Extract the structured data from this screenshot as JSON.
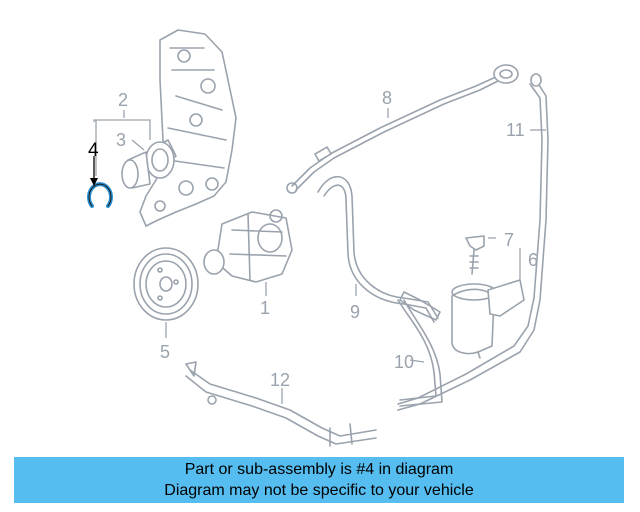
{
  "callouts": {
    "c1": "1",
    "c2": "2",
    "c3": "3",
    "c4": "4",
    "c5": "5",
    "c6": "6",
    "c7": "7",
    "c8": "8",
    "c9": "9",
    "c10": "10",
    "c11": "11",
    "c12": "12"
  },
  "highlight_part": "4",
  "highlight_color": "#2b8fd0",
  "banner": {
    "line1": "Part or sub-assembly is #4 in diagram",
    "line2": "Diagram may not be specific to your vehicle",
    "color": "#55bdf0"
  }
}
